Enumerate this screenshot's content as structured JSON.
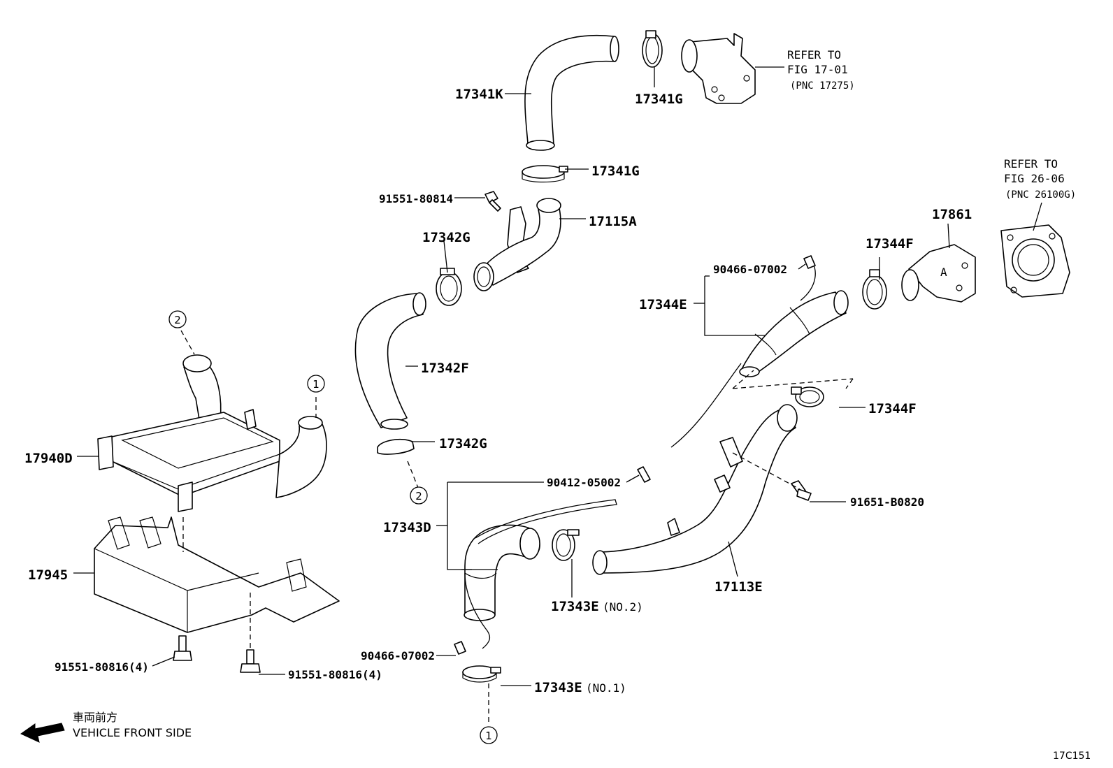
{
  "labels": {
    "p17341K": "17341K",
    "p17341G_top": "17341G",
    "p17341G_mid": "17341G",
    "p91551_80814": "91551-80814",
    "p17115A": "17115A",
    "p17342G_top": "17342G",
    "p17342F": "17342F",
    "p17342G_bot": "17342G",
    "p17940D": "17940D",
    "p17945": "17945",
    "p91551_80816_left": "91551-80816(4)",
    "p91551_80816_right": "91551-80816(4)",
    "p90412_05002": "90412-05002",
    "p17343D": "17343D",
    "p90466_07002_bot": "90466-07002",
    "p17343E_no2": "17343E",
    "p17343E_no2_sfx": "(NO.2)",
    "p17343E_no1": "17343E",
    "p17343E_no1_sfx": "(NO.1)",
    "p90466_07002_top": "90466-07002",
    "p17344E": "17344E",
    "p17344F_top": "17344F",
    "p17344F_bot": "17344F",
    "p17861": "17861",
    "p17113E": "17113E",
    "p91651_B0820": "91651-B0820"
  },
  "references": {
    "ref1_line1": "REFER TO",
    "ref1_line2": "FIG 17-01",
    "ref1_line3": "(PNC 17275)",
    "ref2_line1": "REFER TO",
    "ref2_line2": "FIG 26-06",
    "ref2_line3": "(PNC 26100G)"
  },
  "callouts": {
    "c1_a": "1",
    "c1_b": "1",
    "c2_a": "2",
    "c2_b": "2"
  },
  "footer": {
    "front_jp": "車両前方",
    "front_en": "VEHICLE FRONT SIDE",
    "figure_id": "17C151"
  }
}
